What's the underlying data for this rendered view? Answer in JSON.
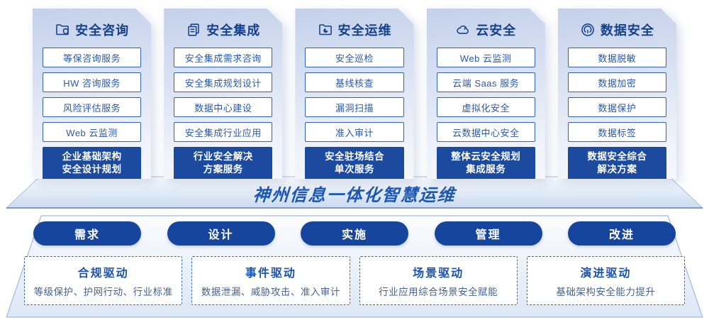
{
  "banner": {
    "title": "神州信息一体化智慧运维"
  },
  "columns": [
    {
      "title": "安全咨询",
      "icon": "folder-shield-icon",
      "items": [
        "等保咨询服务",
        "HW 咨询服务",
        "风险评估服务",
        "Web 云监测"
      ],
      "highlight": "企业基础架构\n安全设计规划"
    },
    {
      "title": "安全集成",
      "icon": "documents-icon",
      "items": [
        "安全集成需求咨询",
        "安全集成规划设计",
        "数据中心建设",
        "安全集成行业应用"
      ],
      "highlight": "行业安全解决\n方案服务"
    },
    {
      "title": "安全运维",
      "icon": "folder-pie-icon",
      "items": [
        "安全巡检",
        "基线核查",
        "漏洞扫描",
        "准入审计"
      ],
      "highlight": "安全驻场结合\n单次服务"
    },
    {
      "title": "云安全",
      "icon": "cloud-icon",
      "items": [
        "Web 云监测",
        "云端 Saas 服务",
        "虚拟化安全",
        "云数据中心安全"
      ],
      "highlight": "整体云安全规划\n集成服务"
    },
    {
      "title": "数据安全",
      "icon": "fingerprint-icon",
      "items": [
        "数据脱敏",
        "数据加密",
        "数据保护",
        "数据标签"
      ],
      "highlight": "数据安全综合\n解决方案"
    }
  ],
  "process_pills": [
    "需求",
    "设计",
    "实施",
    "管理",
    "改进"
  ],
  "drivers": [
    {
      "title": "合规驱动",
      "desc": "等级保护、护网行动、行业标准"
    },
    {
      "title": "事件驱动",
      "desc": "数据泄漏、威胁攻击、准入审计"
    },
    {
      "title": "场景驱动",
      "desc": "行业应用综合场景安全赋能"
    },
    {
      "title": "演进驱动",
      "desc": "基础架构安全能力提升"
    }
  ],
  "colors": {
    "header_navy": "#16418c",
    "item_blue": "#2a59a8",
    "solid_box_bg": "#1b4a9e",
    "pill_bg": "#15459c",
    "banner_text": "#1c57b4",
    "dashed_border": "#3a67b4",
    "driver_desc_text": "#47628f"
  }
}
